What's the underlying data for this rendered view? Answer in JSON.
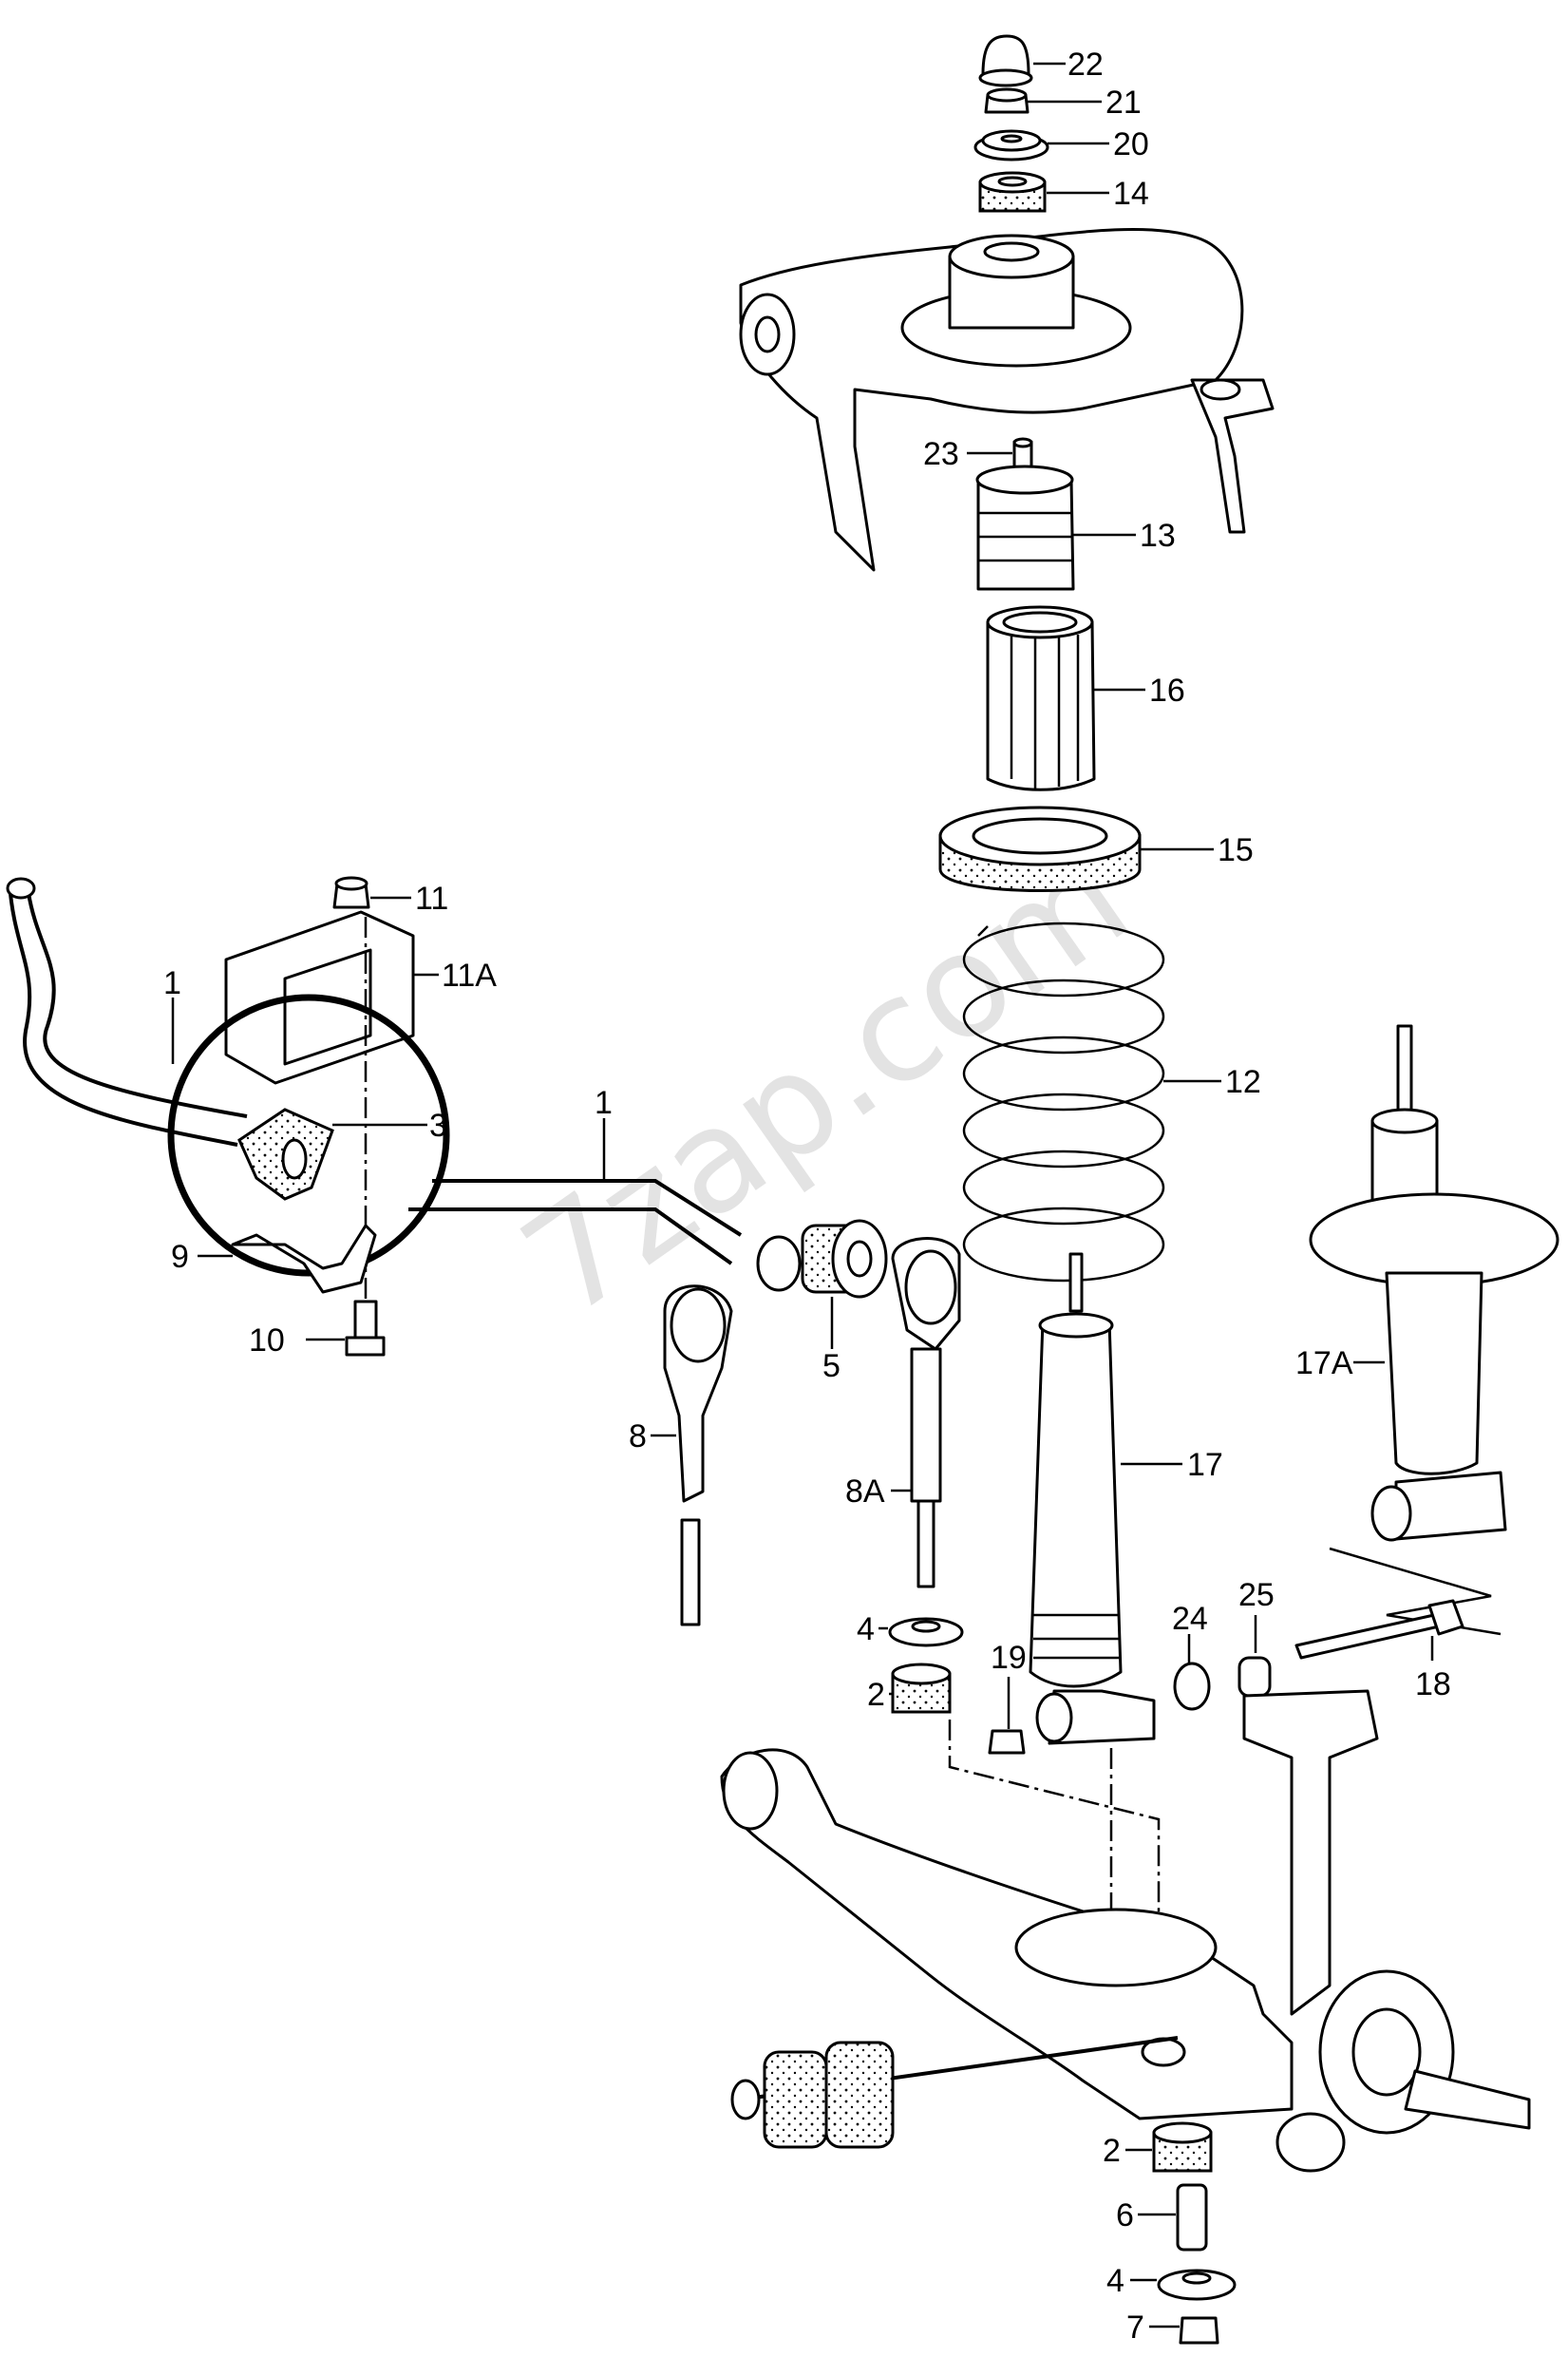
{
  "diagram": {
    "title": "Front suspension exploded parts diagram",
    "watermark": "7zap.com",
    "highlight_color": "#000000",
    "labels": {
      "p22": "22",
      "p21": "21",
      "p20": "20",
      "p14": "14",
      "p23": "23",
      "p13": "13",
      "p16": "16",
      "p15": "15",
      "p11": "11",
      "p11A": "11A",
      "p1a": "1",
      "p1b": "1",
      "p3": "3",
      "p12": "12",
      "p9": "9",
      "p10": "10",
      "p5": "5",
      "p17A": "17A",
      "p8": "8",
      "p17": "17",
      "p8A": "8A",
      "p25": "25",
      "p24": "24",
      "p4a": "4",
      "p19": "19",
      "p18": "18",
      "p2a": "2",
      "p2b": "2",
      "p6": "6",
      "p4b": "4",
      "p7": "7"
    }
  }
}
